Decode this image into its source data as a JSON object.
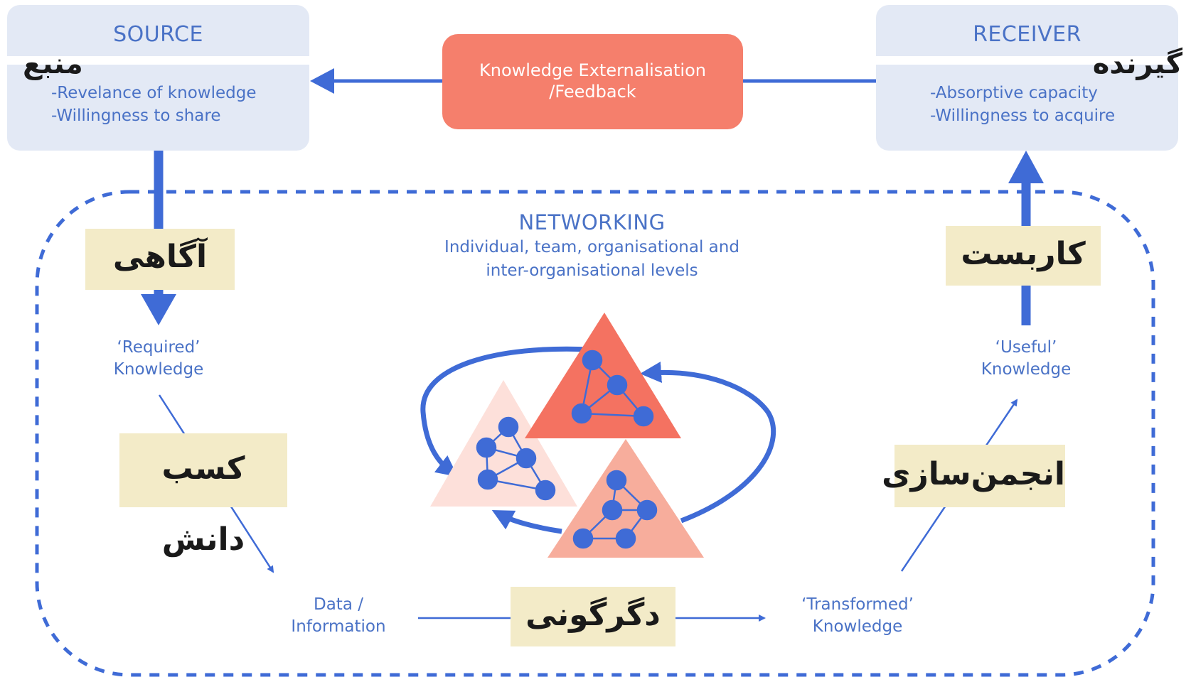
{
  "source": {
    "title": "SOURCE",
    "persian": "منبع",
    "line1": "-Revelance of knowledge",
    "line2": "-Willingness to share"
  },
  "receiver": {
    "title": "RECEIVER",
    "persian": "گیرنده",
    "line1": "-Absorptive capacity",
    "line2": "-Willingness to acquire"
  },
  "feedback": {
    "line1": "Knowledge Externalisation",
    "line2": "/Feedback"
  },
  "networking": {
    "title": "NETWORKING",
    "line1": "Individual, team, organisational and",
    "line2": "inter-organisational levels"
  },
  "stages": {
    "awareness": "آگاهی",
    "acquisition": "کسب دانش",
    "transformation": "دگرگونی",
    "association": "انجمن‌سازی",
    "application": "کاربست"
  },
  "knowledge": {
    "required_1": "‘Required’",
    "required_2": "Knowledge",
    "data_1": "Data /",
    "data_2": "Information",
    "transformed_1": "‘Transformed’",
    "transformed_2": "Knowledge",
    "useful_1": "‘Useful’",
    "useful_2": "Knowledge"
  },
  "colors": {
    "blue": "#4a72c6",
    "arrow": "#3f6bd6",
    "box": "#e3e9f5",
    "coral": "#f57f6c",
    "label_bg": "#f3ebc8",
    "triangle_red": "#f47261",
    "triangle_mid": "#f7ad9c",
    "triangle_light": "#fde0da"
  }
}
